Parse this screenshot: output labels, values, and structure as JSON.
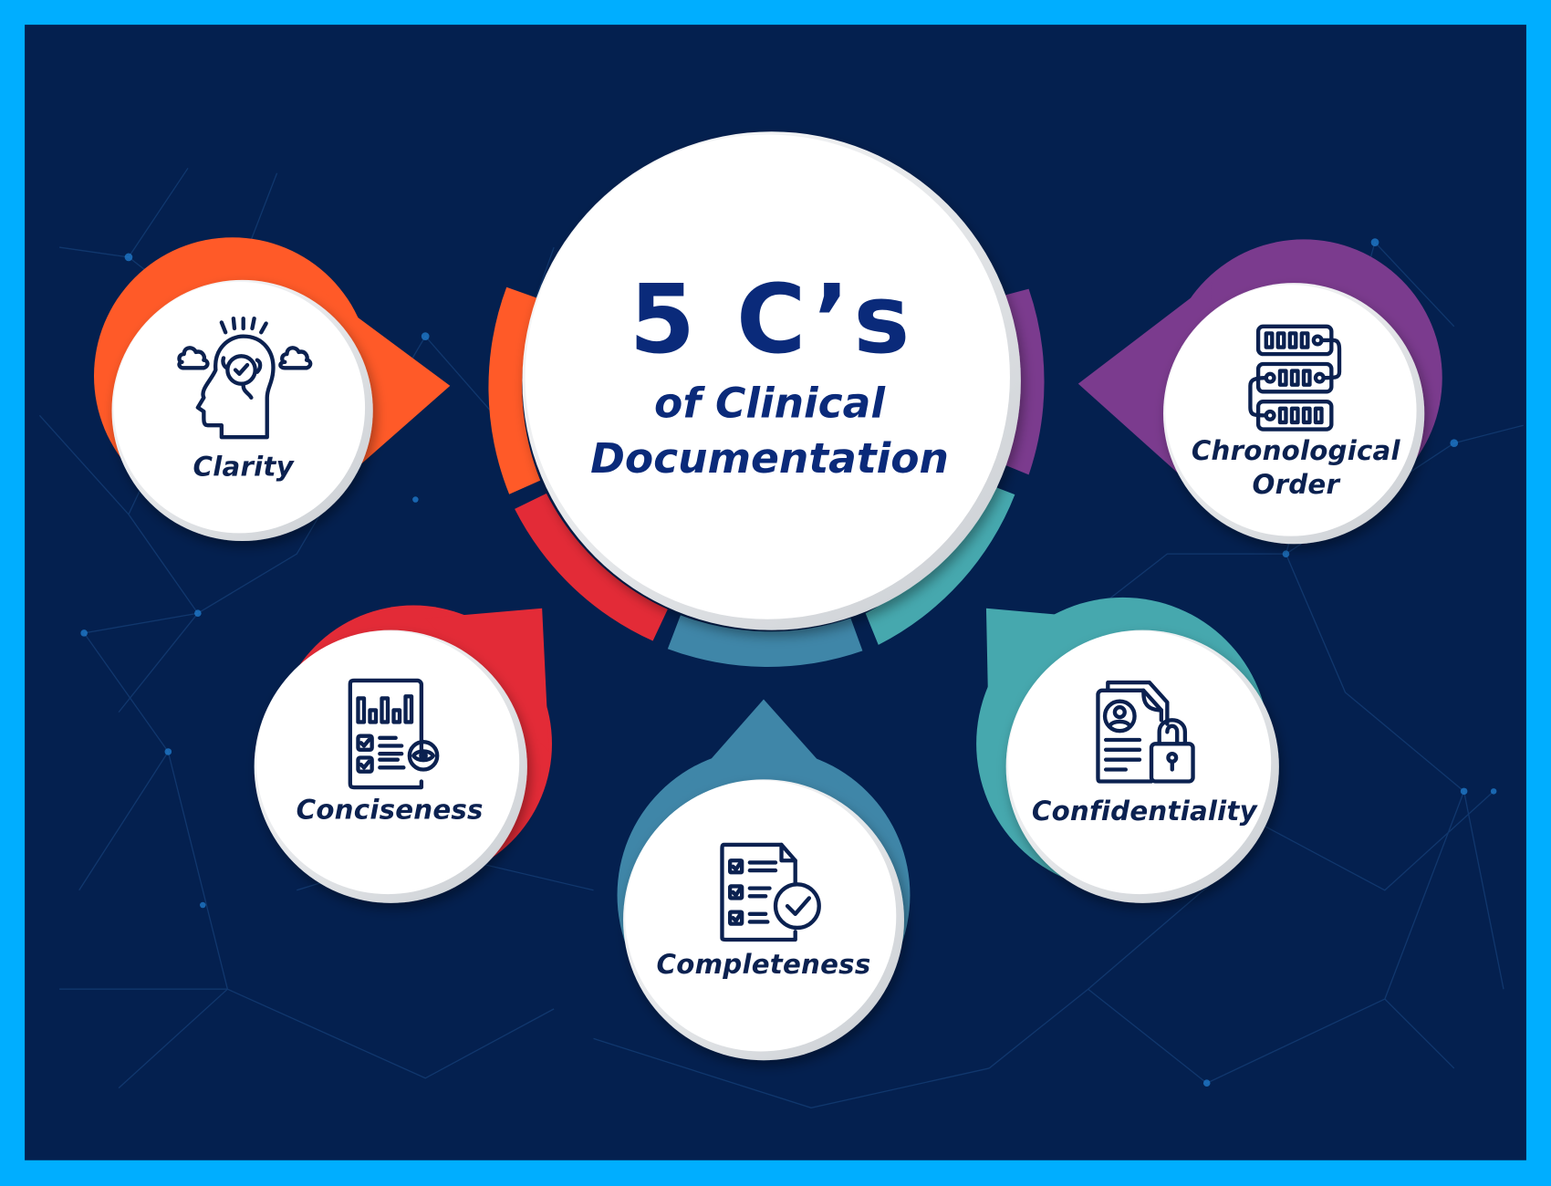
{
  "title": {
    "main": "5 C’s",
    "line1": "of Clinical",
    "line2": "Documentation"
  },
  "colors": {
    "border": "#00AEFF",
    "background": "#04204F",
    "title": "#0A2A7A",
    "text": "#0B2150",
    "clarity": "#FF5A28",
    "conciseness": "#E32B37",
    "completeness": "#3F86A8",
    "confidentiality": "#46A8AE",
    "chronological": "#7B3B8E"
  },
  "items": [
    {
      "label": "Clarity",
      "icon": "head-brain-check-icon",
      "color": "orange"
    },
    {
      "label": "Conciseness",
      "icon": "report-chart-eye-icon",
      "color": "red"
    },
    {
      "label": "Completeness",
      "icon": "checklist-check-icon",
      "color": "steel-blue"
    },
    {
      "label": "Confidentiality",
      "icon": "document-lock-icon",
      "color": "teal"
    },
    {
      "label_line1": "Chronological",
      "label_line2": "Order",
      "icon": "server-stack-icon",
      "color": "purple"
    }
  ]
}
